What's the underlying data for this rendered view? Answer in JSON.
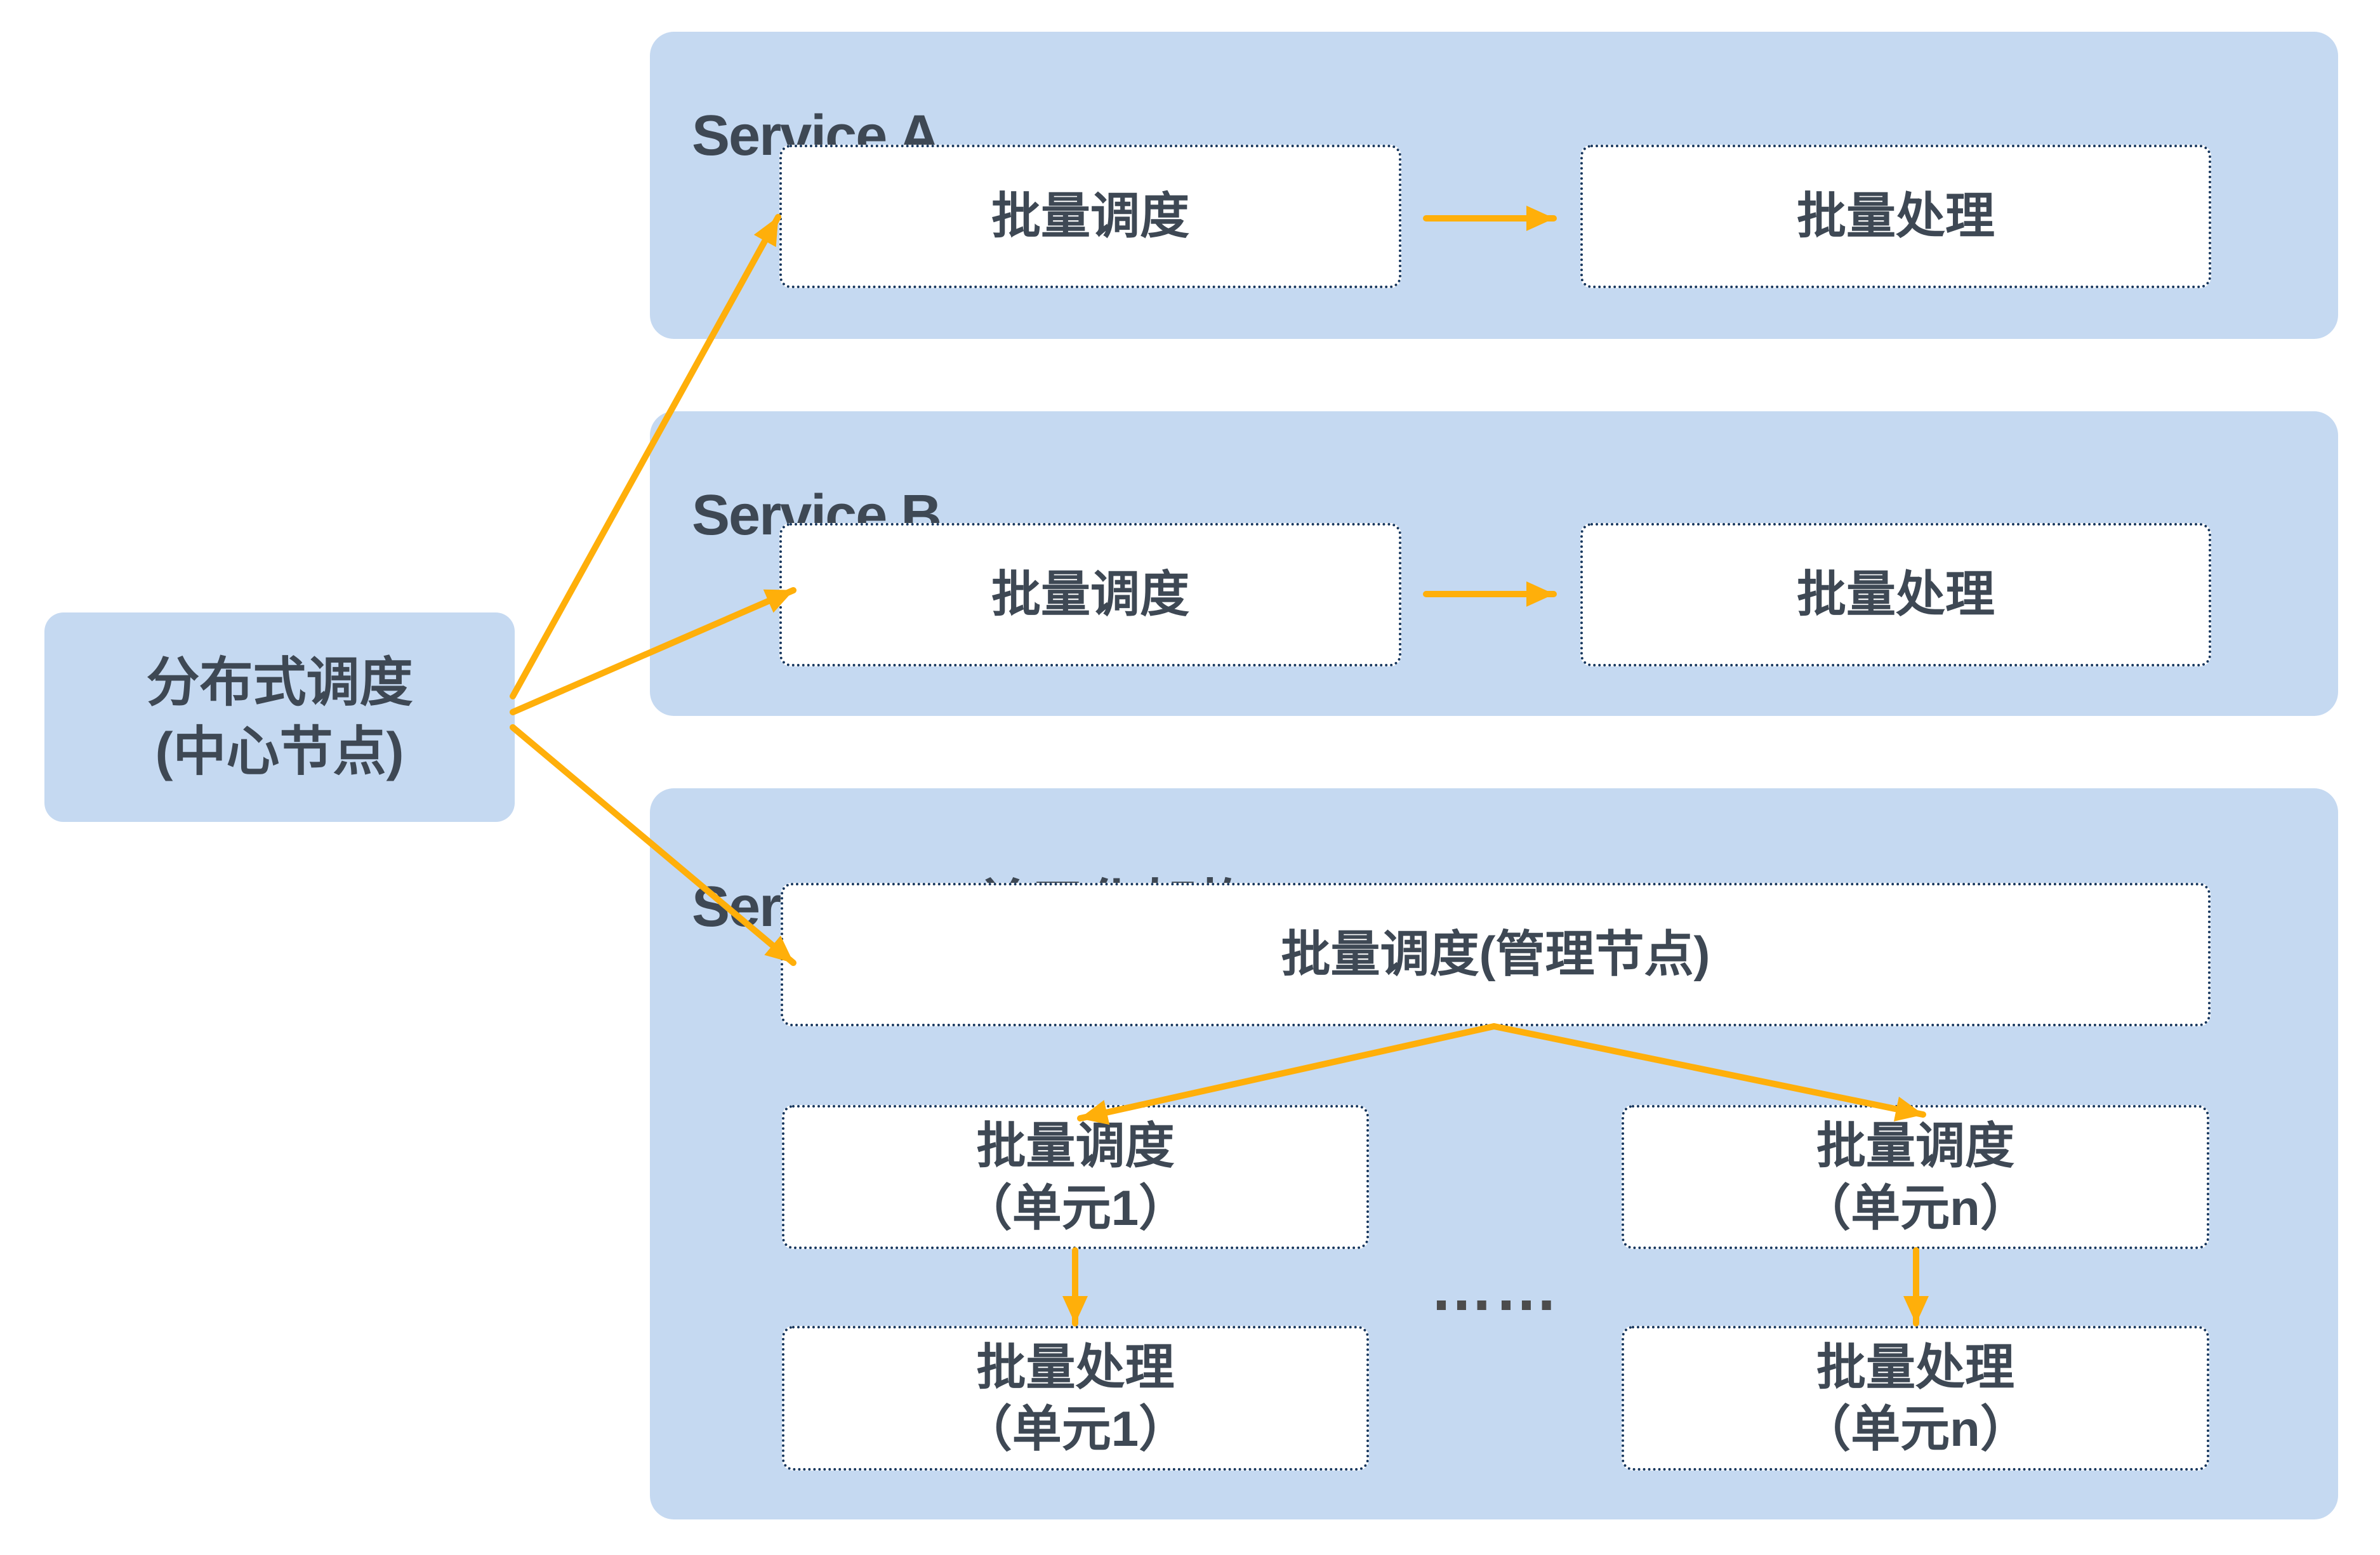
{
  "central_node": {
    "line1": "分布式调度",
    "line2": "(中心节点)"
  },
  "services": {
    "a": {
      "title": "Service A",
      "scheduler": "批量调度",
      "processor": "批量处理"
    },
    "b": {
      "title": "Service B",
      "scheduler": "批量调度",
      "processor": "批量处理"
    },
    "c": {
      "title": "Service C (单元化架构)",
      "manager": "批量调度(管理节点)",
      "unit1": {
        "scheduler_l1": "批量调度",
        "scheduler_l2": "（单元1）",
        "processor_l1": "批量处理",
        "processor_l2": "（单元1）"
      },
      "unitN": {
        "scheduler_l1": "批量调度",
        "scheduler_l2": "（单元n）",
        "processor_l1": "批量处理",
        "processor_l2": "（单元n）"
      },
      "ellipsis": "……"
    }
  },
  "colors": {
    "panel_blue": "#C5D9F1",
    "node_fill": "#FFFFFF",
    "node_border_navy": "#17375E",
    "arrow_gold": "#FFAF0A",
    "text_dark": "#3E4854",
    "ellipsis_gray": "#4C4C4C",
    "background": "#FFFFFF"
  }
}
